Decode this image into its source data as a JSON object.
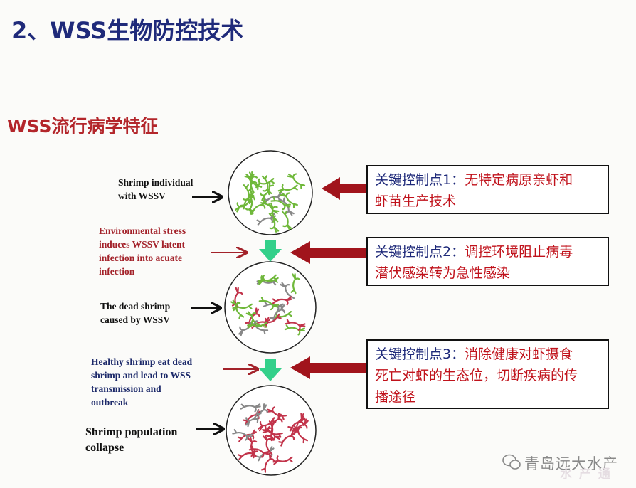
{
  "title": "2、WSS生物防控技术",
  "subtitle": "WSS流行病学特征",
  "left_labels": {
    "shrimp_individual": [
      "Shrimp individual",
      "with WSSV"
    ],
    "environmental_stress": [
      "Environmental stress",
      "induces WSSV latent",
      "infection into acuate",
      "infection"
    ],
    "dead_shrimp": [
      "The dead shrimp",
      "caused by WSSV"
    ],
    "healthy_shrimp": [
      "Healthy shrimp eat dead",
      "shrimp and lead to WSS",
      "transmission and",
      "outbreak"
    ],
    "population_collapse": [
      "Shrimp population",
      "collapse"
    ]
  },
  "control_points": [
    {
      "heading": "关键控制点1：",
      "body_first": "无特定病原亲虾和",
      "body_rest": [
        "虾苗生产技术"
      ]
    },
    {
      "heading": "关键控制点2：",
      "body_first": "调控环境阻止病毒",
      "body_rest": [
        "潜伏感染转为急性感染"
      ]
    },
    {
      "heading": "关键控制点3：",
      "body_first": "消除健康对虾摄食",
      "body_rest": [
        "死亡对虾的生态位，切断疾病的传",
        "播途径"
      ]
    }
  ],
  "watermark": {
    "text": "青岛远大水产",
    "sub": "水 产 通",
    "icon": "wechat-icon"
  },
  "colors": {
    "title": "#1f2a7a",
    "subtitle": "#b3262b",
    "healthy_shrimp": "#6fb83a",
    "sick_shrimp": "#c2344b",
    "grey_shrimp": "#888888",
    "down_arrow": "#33d08a",
    "fat_arrow": "#a1141c"
  }
}
